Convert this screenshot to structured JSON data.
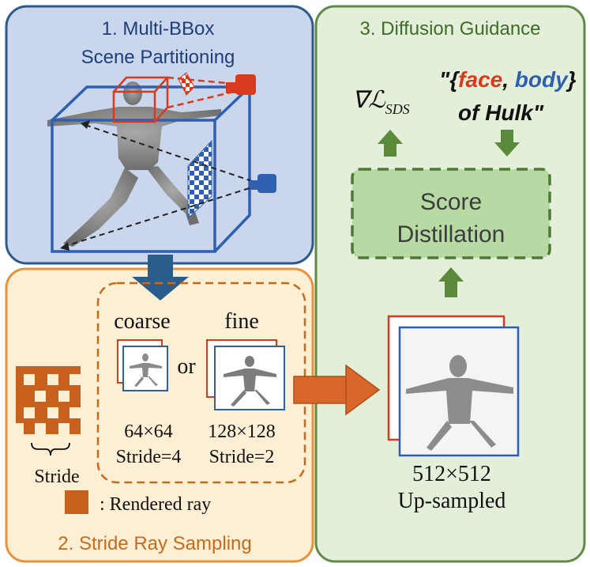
{
  "panel1": {
    "title_line1": "1. Multi-BBox",
    "title_line2": "Scene Partitioning",
    "colors": {
      "fill": "#c9d6ec",
      "border": "#2e5a8a",
      "title": "#1f3e7a"
    }
  },
  "panel2": {
    "title": "2. Stride Ray Sampling",
    "stride_label": "Stride",
    "legend_text": ": Rendered ray",
    "coarse_label": "coarse",
    "fine_label": "fine",
    "or_label": "or",
    "coarse_size": "64×64",
    "coarse_stride": "Stride=4",
    "fine_size": "128×128",
    "fine_stride": "Stride=2",
    "colors": {
      "fill": "#fdefd3",
      "border": "#e8923b",
      "title": "#c86a1a",
      "ray": "#c8601e"
    }
  },
  "panel3": {
    "title": "3. Diffusion Guidance",
    "grad_label": "∇ℒ",
    "grad_sub": "SDS",
    "prompt_open": "\"{",
    "prompt_face": "face",
    "prompt_comma": ", ",
    "prompt_body": "body",
    "prompt_close": "}",
    "prompt_line2": "of Hulk\"",
    "score_line1": "Score",
    "score_line2": "Distillation",
    "output_size": "512×512",
    "output_label": "Up-sampled",
    "colors": {
      "fill": "#e3efd9",
      "border": "#5f8a48",
      "title": "#3f6b2a",
      "arrow": "#5b8a3a",
      "face": "#d83a1e",
      "body": "#2f5fb0"
    }
  }
}
